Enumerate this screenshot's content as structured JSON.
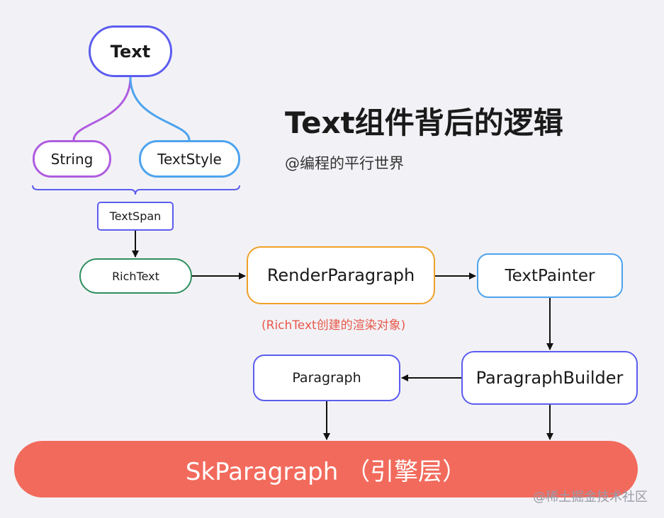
{
  "title": "Text组件背后的逻辑",
  "subtitle": "@编程的平行世界",
  "nodes": {
    "text": "Text",
    "string": "String",
    "textstyle": "TextStyle",
    "textspan": "TextSpan",
    "richtext": "RichText",
    "render_paragraph": "RenderParagraph",
    "render_paragraph_note": "(RichText创建的渲染对象)",
    "text_painter": "TextPainter",
    "paragraph_builder": "ParagraphBuilder",
    "paragraph": "Paragraph",
    "sk_paragraph": "SkParagraph （引擎层）"
  },
  "watermark": "@稀土掘金技术社区",
  "colors": {
    "background": "#f2f2f6",
    "blue_purple": "#5c5cf0",
    "purple": "#b05ce0",
    "light_blue": "#4da3ee",
    "green": "#2e8f5e",
    "orange": "#f0a028",
    "coral": "#f26a5c"
  }
}
